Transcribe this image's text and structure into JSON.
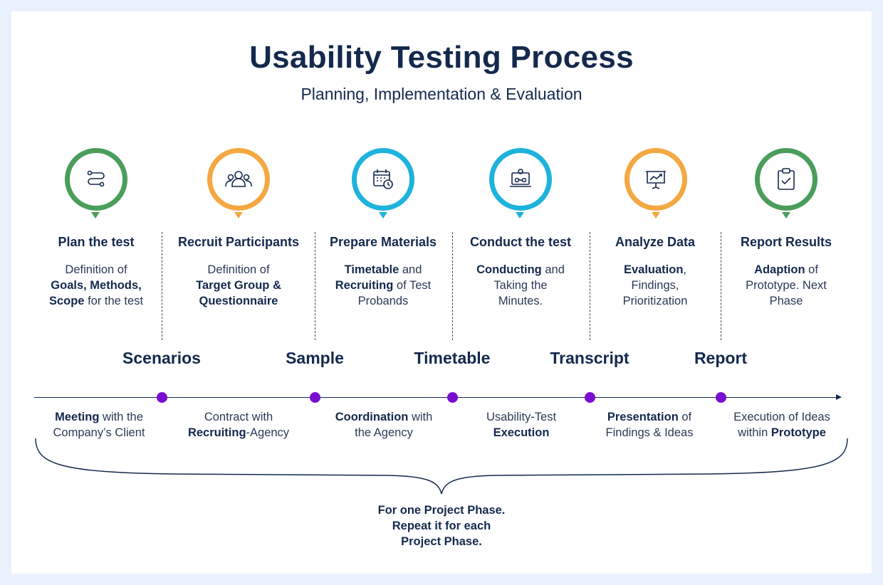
{
  "header": {
    "title": "Usability Testing Process",
    "subtitle": "Planning, Implementation & Evaluation"
  },
  "colors": {
    "green": "#4a9d5b",
    "orange": "#f3a842",
    "cyan": "#1eb3dc",
    "navy": "#14294d",
    "purple": "#7a0ed0"
  },
  "steps": [
    {
      "title": "Plan the test",
      "icon": "route-icon",
      "color": "green",
      "desc": [
        {
          "t": "Definition of",
          "b": false
        },
        {
          "t": "Goals, Methods,",
          "b": true
        },
        {
          "t": "Scope",
          "b": true
        },
        {
          "t": " for the test",
          "b": false
        }
      ]
    },
    {
      "title": "Recruit Participants",
      "icon": "users-icon",
      "color": "orange",
      "desc": [
        {
          "t": "Definition of",
          "b": false
        },
        {
          "t": "Target Group &",
          "b": true
        },
        {
          "t": "Questionnaire",
          "b": true
        }
      ]
    },
    {
      "title": "Prepare Materials",
      "icon": "calendar-clock-icon",
      "color": "cyan",
      "desc": [
        {
          "t": "Timetable",
          "b": true
        },
        {
          "t": " and ",
          "b": false
        },
        {
          "t": "Recruiting",
          "b": true
        },
        {
          "t": " of Test",
          "b": false
        },
        {
          "t": "Probands",
          "b": false
        }
      ]
    },
    {
      "title": "Conduct the test",
      "icon": "laptop-gear-icon",
      "color": "cyan",
      "desc": [
        {
          "t": "Conducting",
          "b": true
        },
        {
          "t": " and",
          "b": false
        },
        {
          "t": "Taking the",
          "b": false
        },
        {
          "t": "Minutes.",
          "b": false
        }
      ]
    },
    {
      "title": "Analyze Data",
      "icon": "presentation-chart-icon",
      "color": "orange",
      "desc": [
        {
          "t": "Evaluation",
          "b": true
        },
        {
          "t": ",",
          "b": false
        },
        {
          "t": "Findings,",
          "b": false
        },
        {
          "t": "Prioritization",
          "b": false
        }
      ]
    },
    {
      "title": "Report Results",
      "icon": "clipboard-check-icon",
      "color": "green",
      "desc": [
        {
          "t": "Adaption",
          "b": true
        },
        {
          "t": " of",
          "b": false
        },
        {
          "t": "Prototype. Next",
          "b": false
        },
        {
          "t": "Phase",
          "b": false
        }
      ]
    }
  ],
  "milestones": [
    "Scenarios",
    "Sample",
    "Timetable",
    "Transcript",
    "Report"
  ],
  "bottom": [
    [
      {
        "t": "Meeting",
        "b": true
      },
      {
        "t": " with the",
        "b": false
      },
      {
        "t": "Company’s Client",
        "b": false
      }
    ],
    [
      {
        "t": "Contract with",
        "b": false
      },
      {
        "t": "Recruiting",
        "b": true
      },
      {
        "t": "-Agency",
        "b": false
      }
    ],
    [
      {
        "t": "Coordination",
        "b": true
      },
      {
        "t": " with",
        "b": false
      },
      {
        "t": "the Agency",
        "b": false
      }
    ],
    [
      {
        "t": "Usability-Test",
        "b": false
      },
      {
        "t": "Execution",
        "b": true
      }
    ],
    [
      {
        "t": "Presentation",
        "b": true
      },
      {
        "t": " of",
        "b": false
      },
      {
        "t": "Findings & Ideas",
        "b": false
      }
    ],
    [
      {
        "t": "Execution of Ideas",
        "b": false
      },
      {
        "t": "within ",
        "b": false
      },
      {
        "t": "Prototype",
        "b": true
      }
    ]
  ],
  "footer": [
    "For one Project Phase.",
    "Repeat it for each",
    "Project Phase."
  ]
}
